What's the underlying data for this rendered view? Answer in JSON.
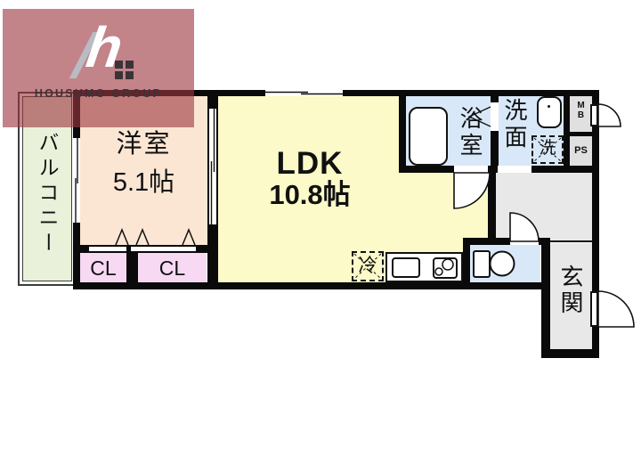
{
  "logo": {
    "brand": "HOUSUMO GROUP"
  },
  "rooms": {
    "balcony": {
      "label": "バルコニー"
    },
    "western_room": {
      "label": "洋室",
      "size": "5.1帖"
    },
    "ldk": {
      "label": "LDK",
      "size": "10.8帖"
    },
    "bathroom": {
      "label": "浴室"
    },
    "washroom": {
      "label": "洗面"
    },
    "entrance": {
      "label": "玄関"
    },
    "closet_left": {
      "label": "CL"
    },
    "closet_right": {
      "label": "CL"
    },
    "meter_box": {
      "label_line1": "M",
      "label_line2": "B"
    },
    "pipe_space": {
      "label": "PS"
    }
  },
  "fixtures": {
    "refrigerator": {
      "label": "冷"
    },
    "washing_machine": {
      "label": "洗"
    }
  },
  "palette": {
    "wall": "#0a0a0a",
    "western_room": "#fbe6d4",
    "ldk": "#fbfac8",
    "balcony": "#e9f1da",
    "closet": "#f7d9f4",
    "wet_area": "#d9e8f8",
    "service_gray": "#e6e6e6",
    "logo_bg": "#c28e92",
    "logo_text": "#3a3338"
  }
}
